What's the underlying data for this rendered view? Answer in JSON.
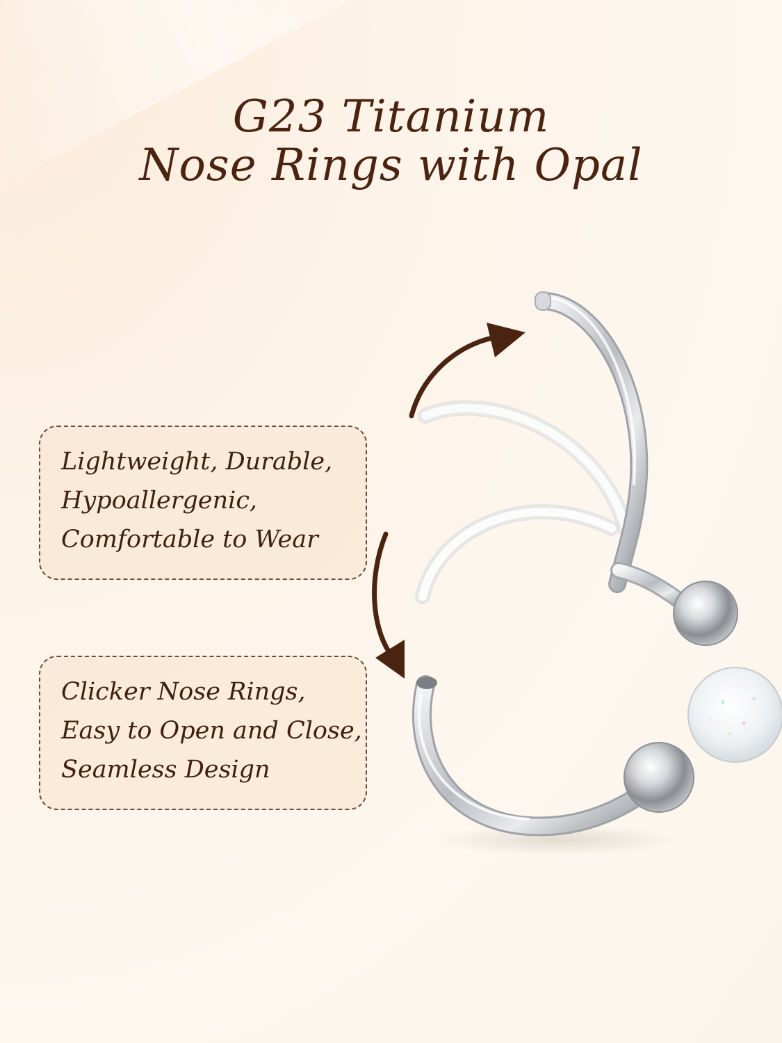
{
  "title": {
    "line1": "G23 Titanium",
    "line2": "Nose Rings with Opal"
  },
  "features": [
    {
      "lines": [
        "Lightweight, Durable,",
        "Hypoallergenic,",
        "Comfortable to Wear"
      ]
    },
    {
      "lines": [
        "Clicker Nose Rings,",
        "Easy to Open and Close,",
        "Seamless Design"
      ]
    }
  ],
  "colors": {
    "text": "#3f200e",
    "arrow": "#4a2410",
    "box_border": "#6a4a3a",
    "box_fill": "#f8e2cc",
    "background": "#fdf5ec",
    "metal": "#c9ccd0",
    "opal": "#f2f4f6"
  },
  "icons": {
    "top_arrow": "curved-arrow-up-right-icon",
    "side_arrow": "curved-arrow-down-icon"
  }
}
